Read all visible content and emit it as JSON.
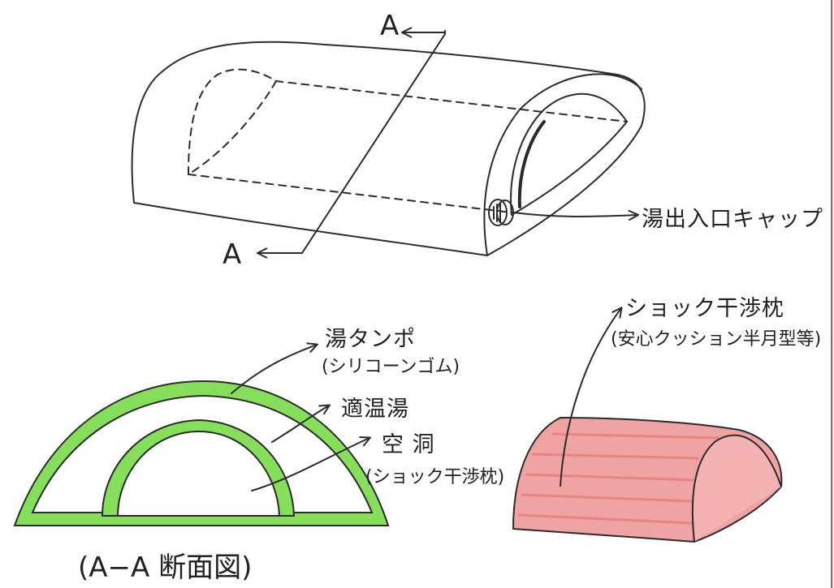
{
  "section_marks": {
    "top": "A",
    "bottom": "A"
  },
  "labels": {
    "cap": "湯出入口キャップ",
    "hot_water_bag": "湯タンポ",
    "hot_water_bag_material": "(シリコーンゴム)",
    "warm_water": "適温湯",
    "cavity": "空 洞",
    "cavity_note": "(ショック干渉枕)",
    "pillow": "ショック干渉枕",
    "pillow_note": "(安心クッション半月型等)",
    "section_title": "(A−A 断面図)"
  },
  "colors": {
    "ink": "#2b2b2b",
    "green_fill": "#86df5a",
    "green_edge": "#3fbf2a",
    "pillow_fill": "#f0a3a3",
    "pillow_dark": "#e06a6a",
    "margin_red": "#e04848"
  }
}
